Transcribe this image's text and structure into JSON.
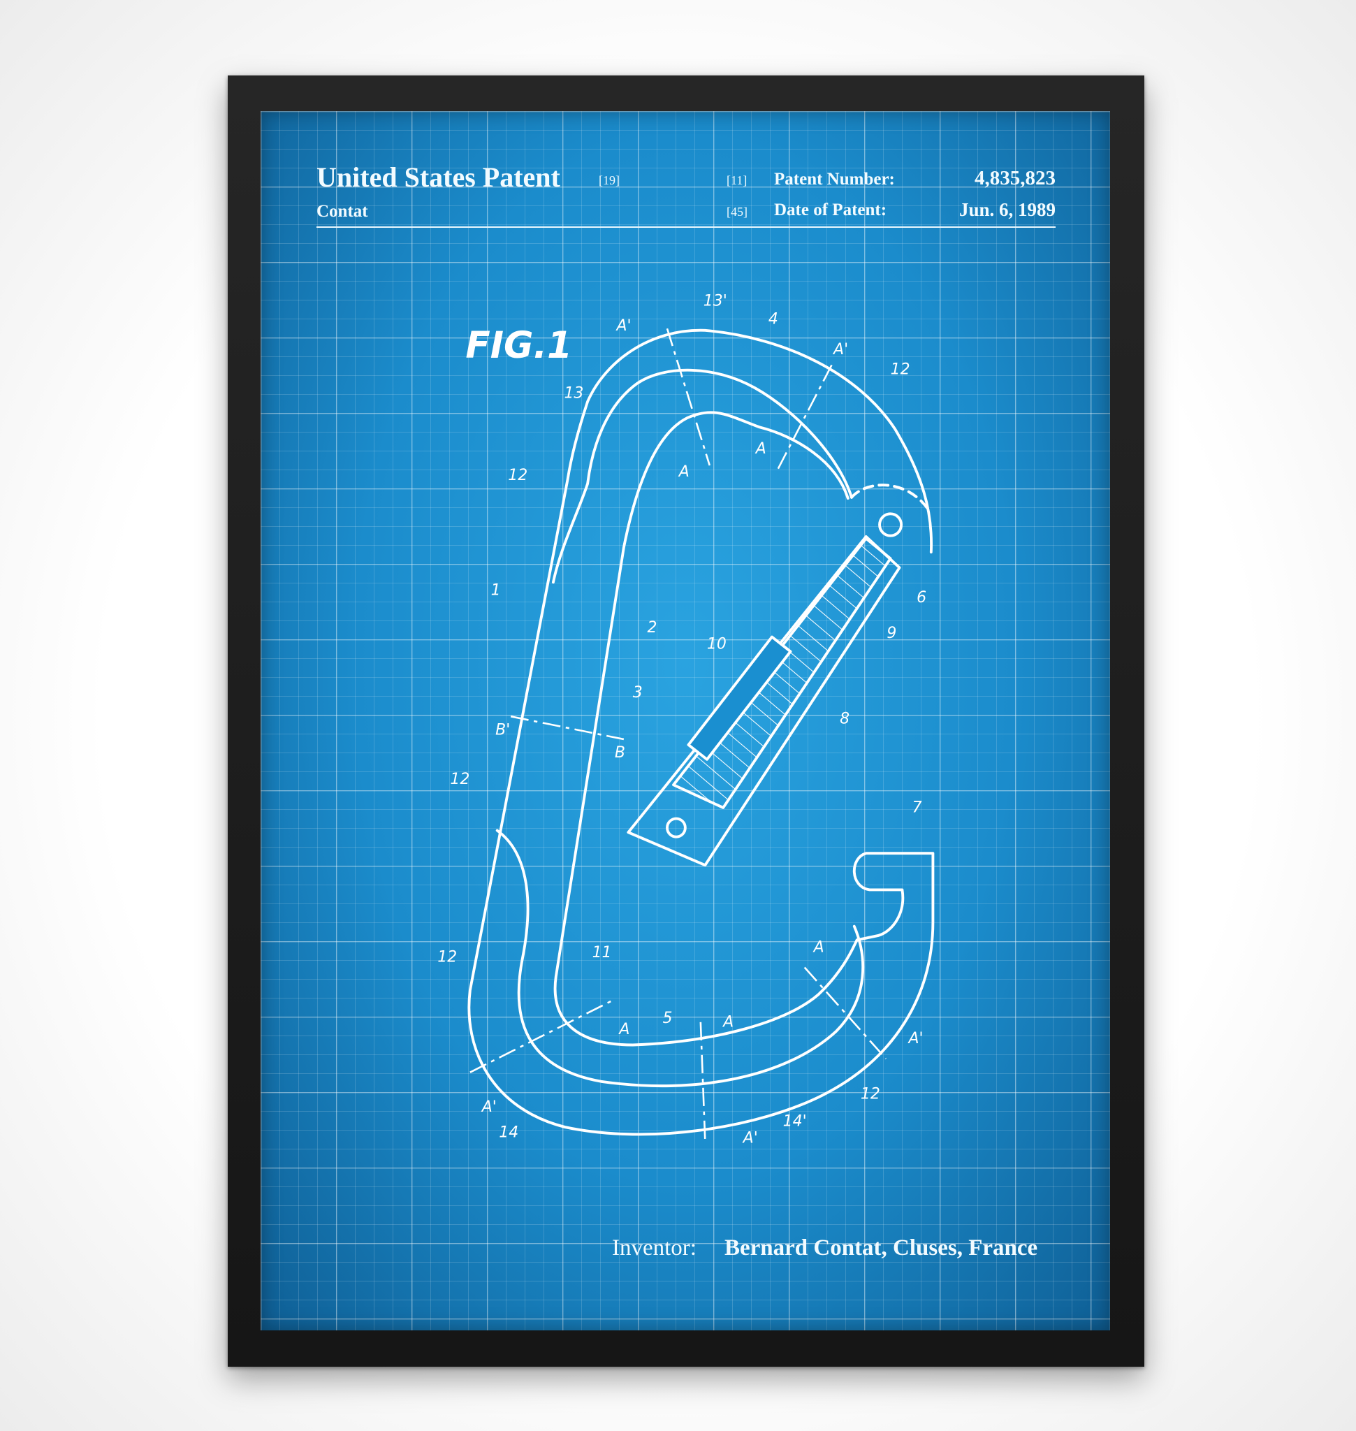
{
  "header": {
    "title": "United States Patent",
    "title_ref": "[19]",
    "inventor_surname": "Contat",
    "patent_number_ref": "[11]",
    "patent_number_label": "Patent Number:",
    "patent_number": "4,835,823",
    "date_ref": "[45]",
    "date_label": "Date of Patent:",
    "date": "Jun. 6, 1989"
  },
  "figure": {
    "title": "FIG.1",
    "labels": [
      "13'",
      "4",
      "A'",
      "A'",
      "12",
      "13",
      "A",
      "A",
      "12",
      "1",
      "2",
      "6",
      "9",
      "10",
      "3",
      "8",
      "B'",
      "B",
      "12",
      "7",
      "11",
      "12",
      "A",
      "A",
      "5",
      "A",
      "A'",
      "12",
      "A'",
      "14",
      "14'",
      "A'"
    ]
  },
  "footer": {
    "inventor_label": "Inventor:",
    "inventor_name": "Bernard Contat, Cluses, France"
  },
  "colors": {
    "blueprint": "#1a8fd0",
    "frame": "#1b1b1b",
    "ink": "#ffffff"
  }
}
